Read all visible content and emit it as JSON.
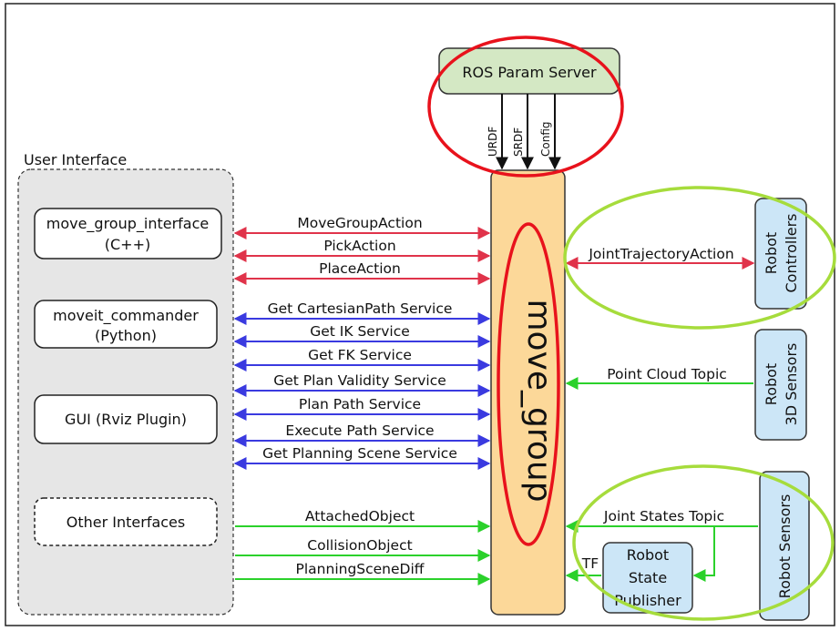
{
  "param_server": {
    "title": "ROS Param Server",
    "params": [
      "URDF",
      "SRDF",
      "Config"
    ]
  },
  "user_interface": {
    "title": "User Interface",
    "boxes": [
      {
        "line1": "move_group_interface",
        "line2": "(C++)"
      },
      {
        "line1": "moveit_commander",
        "line2": "(Python)"
      },
      {
        "line1": "GUI (Rviz Plugin)",
        "line2": ""
      },
      {
        "line1": "Other Interfaces",
        "line2": ""
      }
    ]
  },
  "central_node": {
    "label": "move_group"
  },
  "left_connections": {
    "actions": [
      "MoveGroupAction",
      "PickAction",
      "PlaceAction"
    ],
    "services": [
      "Get CartesianPath Service",
      "Get IK Service",
      "Get FK Service",
      "Get Plan Validity Service",
      "Plan Path Service",
      "Execute Path Service",
      "Get Planning Scene Service"
    ],
    "topics": [
      "AttachedObject",
      "CollisionObject",
      "PlanningSceneDiff"
    ]
  },
  "right_side": {
    "controllers": {
      "line1": "Robot",
      "line2": "Controllers",
      "connection": "JointTrajectoryAction"
    },
    "sensors_3d": {
      "line1": "Robot",
      "line2": "3D Sensors",
      "connection": "Point Cloud Topic"
    },
    "robot_sensors": {
      "label": "Robot Sensors",
      "connection": "Joint States Topic"
    },
    "state_publisher": {
      "line1": "Robot",
      "line2": "State",
      "line3": "Publisher",
      "connection": "TF"
    }
  },
  "colors": {
    "action": "#e0334a",
    "service": "#3a3ae0",
    "topic": "#2bd12b",
    "move_group_fill": "#fcd899",
    "param_fill": "#d4e8c4",
    "robot_fill": "#cce6f7",
    "ui_fill": "#e6e6e6",
    "highlight_red": "#e8121c",
    "highlight_green": "#a6dc3c"
  }
}
